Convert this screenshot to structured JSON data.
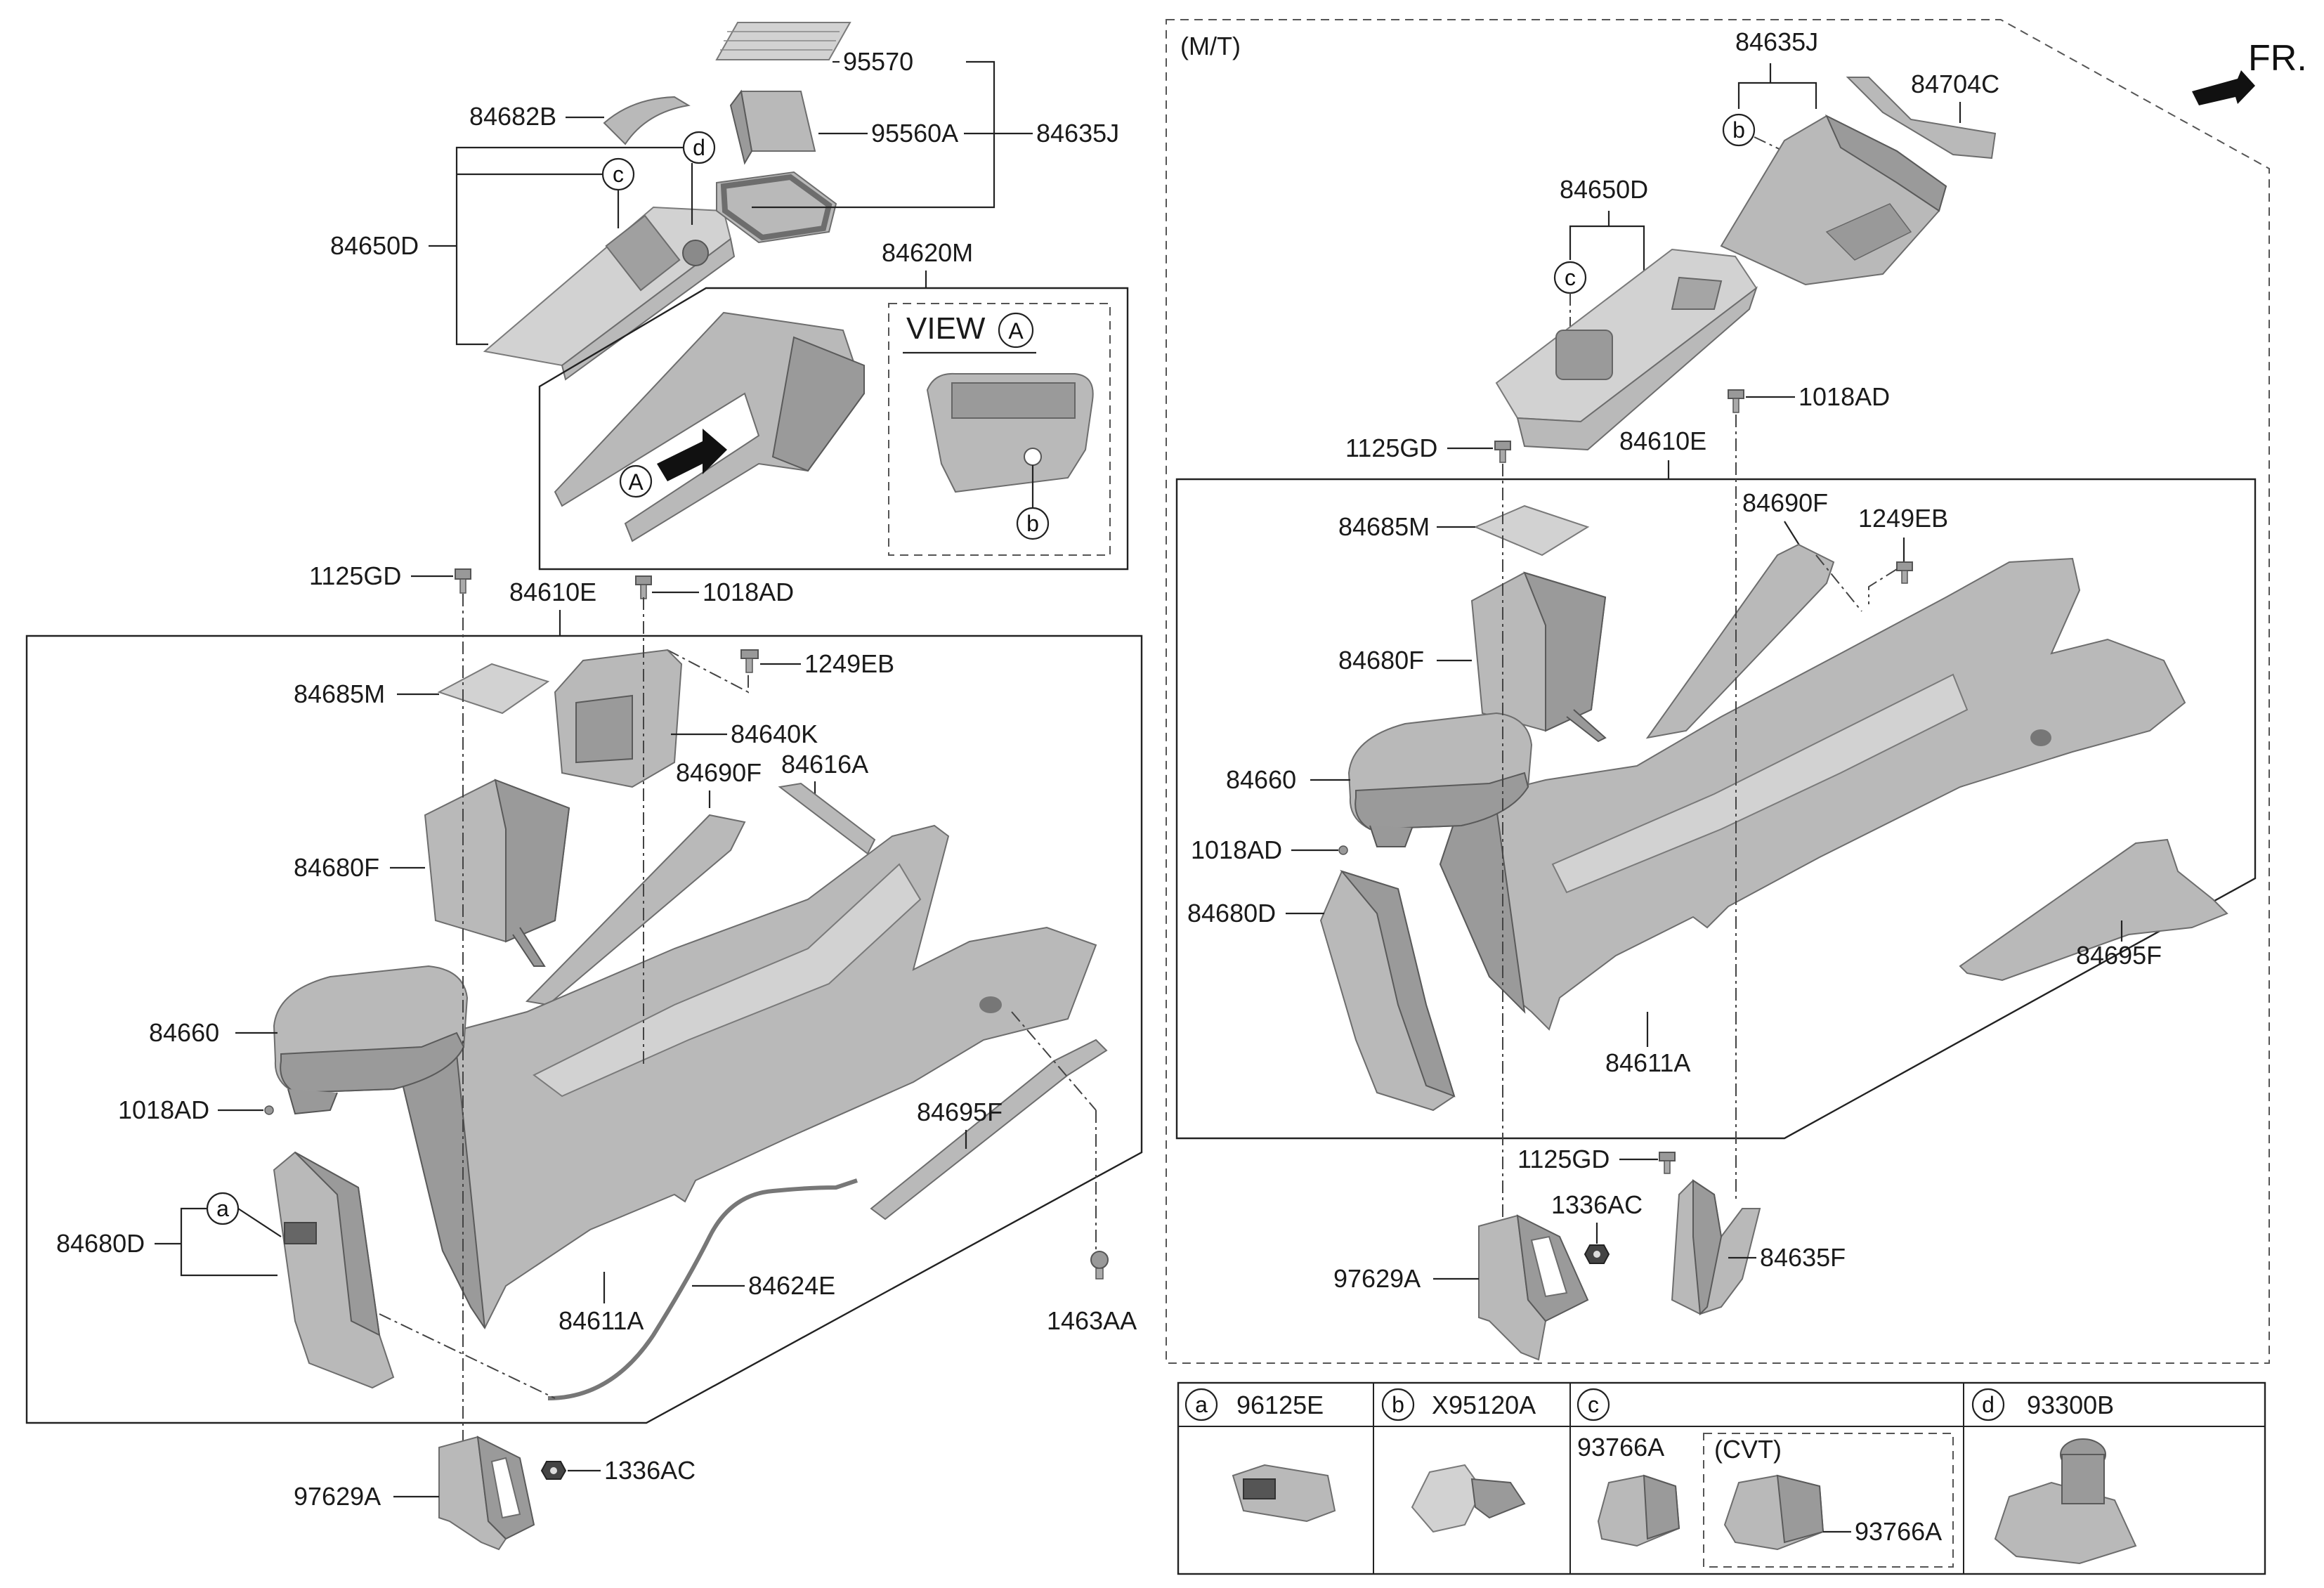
{
  "labels": {
    "p95570": "95570",
    "p84682B": "84682B",
    "p95560A": "95560A",
    "p84635J_top": "84635J",
    "p84650D_left": "84650D",
    "p84620M": "84620M",
    "view_a": "VIEW",
    "p1125GD_left": "1125GD",
    "p84610E_left": "84610E",
    "p1018AD_left_top": "1018AD",
    "p1249EB_left": "1249EB",
    "p84685M_left": "84685M",
    "p84640K": "84640K",
    "p84690F_left": "84690F",
    "p84616A": "84616A",
    "p84680F_left": "84680F",
    "p84660_left": "84660",
    "p1018AD_left_bot": "1018AD",
    "p84695F_left": "84695F",
    "p84680D_left": "84680D",
    "p84624E": "84624E",
    "p84611A_left": "84611A",
    "p1463AA": "1463AA",
    "p97629A_left": "97629A",
    "p1336AC_left": "1336AC",
    "mt": "(M/T)",
    "p84635J_right": "84635J",
    "p84704C": "84704C",
    "fr": "FR.",
    "p84650D_right": "84650D",
    "p1018AD_right_top": "1018AD",
    "p1125GD_right_top": "1125GD",
    "p84610E_right": "84610E",
    "p84685M_right": "84685M",
    "p84690F_right": "84690F",
    "p1249EB_right": "1249EB",
    "p84680F_right": "84680F",
    "p84660_right": "84660",
    "p1018AD_right_mid": "1018AD",
    "p84680D_right": "84680D",
    "p84695F_right": "84695F",
    "p84611A_right": "84611A",
    "p1125GD_right_bot": "1125GD",
    "p1336AC_right": "1336AC",
    "p97629A_right": "97629A",
    "p84635F": "84635F"
  },
  "callouts": {
    "a": "a",
    "b": "b",
    "c": "c",
    "d": "d",
    "A": "A"
  },
  "legend_table": {
    "cells": [
      {
        "key": "a",
        "part": "96125E"
      },
      {
        "key": "b",
        "part": "X95120A"
      },
      {
        "key": "c",
        "part": ""
      },
      {
        "key": "d",
        "part": "93300B"
      }
    ],
    "c_sub_part": "93766A",
    "cvt_label": "(CVT)",
    "cvt_part": "93766A"
  }
}
